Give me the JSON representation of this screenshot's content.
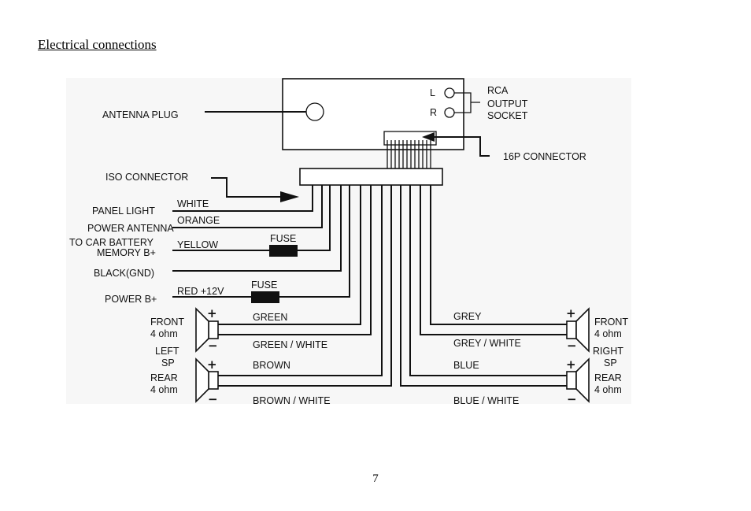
{
  "page": {
    "heading": "Electrical connections",
    "page_number": "7"
  },
  "diagram": {
    "antenna_plug": "ANTENNA PLUG",
    "rca_l": "L",
    "rca_r": "R",
    "rca_label_1": "RCA",
    "rca_label_2": "OUTPUT",
    "rca_label_3": "SOCKET",
    "connector_16p": "16P CONNECTOR",
    "iso_connector": "ISO CONNECTOR",
    "panel_light": "PANEL LIGHT",
    "white": "WHITE",
    "power_antenna": "POWER ANTENNA",
    "orange": "ORANGE",
    "car_battery_1": "TO CAR BATTERY",
    "car_battery_2": "MEMORY B+",
    "yellow": "YELLOW",
    "fuse_1": "FUSE",
    "black_gnd": "BLACK(GND)",
    "power_b": "POWER B+",
    "red_12v": "RED +12V",
    "fuse_2": "FUSE",
    "front_left_1": "FRONT",
    "front_left_2": "4 ohm",
    "left_sp_1": "LEFT",
    "left_sp_2": "SP",
    "rear_left_1": "REAR",
    "rear_left_2": "4 ohm",
    "green": "GREEN",
    "green_white": "GREEN / WHITE",
    "brown": "BROWN",
    "brown_white": "BROWN / WHITE",
    "grey": "GREY",
    "grey_white": "GREY / WHITE",
    "blue": "BLUE",
    "blue_white": "BLUE / WHITE",
    "front_right_1": "FRONT",
    "front_right_2": "4 ohm",
    "right_sp_1": "RIGHT",
    "right_sp_2": "SP",
    "rear_right_1": "REAR",
    "rear_right_2": "4 ohm",
    "plus": "+",
    "minus": "−"
  }
}
